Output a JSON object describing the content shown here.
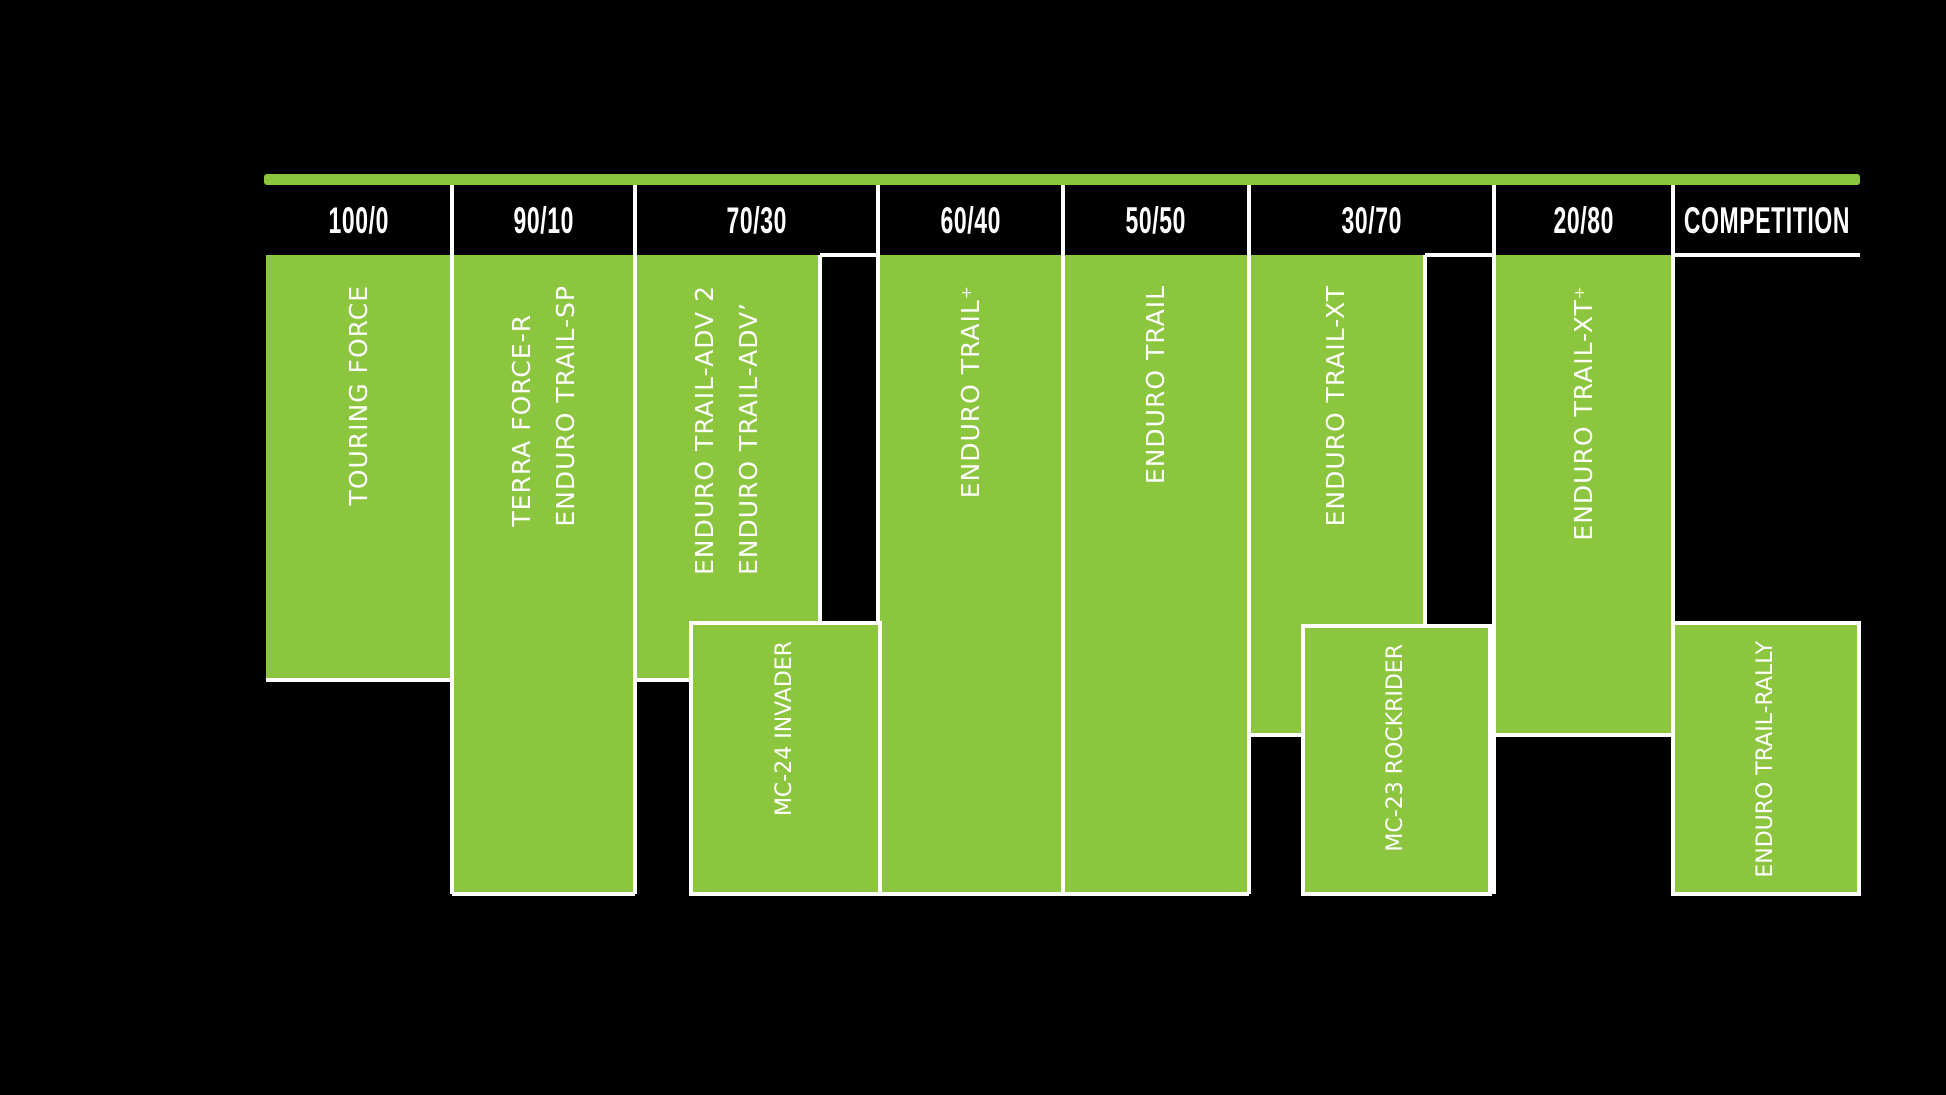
{
  "chart_data": {
    "type": "table",
    "header_row": "road/off-road ratio categories",
    "columns": [
      {
        "ratio": "100/0",
        "products": [
          {
            "name": "TOURING FORCE",
            "row": "upper"
          }
        ]
      },
      {
        "ratio": "90/10",
        "products": [
          {
            "name": "TERRA FORCE-R",
            "row": "upper"
          },
          {
            "name": "ENDURO TRAIL-SP",
            "row": "upper"
          }
        ]
      },
      {
        "ratio": "70/30",
        "products": [
          {
            "name": "ENDURO TRAIL-ADV 2",
            "row": "upper"
          },
          {
            "name": "ENDURO TRAIL-ADV’",
            "row": "upper"
          },
          {
            "name": "MC-24 INVADER",
            "row": "lower"
          }
        ]
      },
      {
        "ratio": "60/40",
        "products": [
          {
            "name": "ENDURO TRAIL⁺",
            "row": "full"
          }
        ]
      },
      {
        "ratio": "50/50",
        "products": [
          {
            "name": "ENDURO TRAIL",
            "row": "full"
          }
        ]
      },
      {
        "ratio": "30/70",
        "products": [
          {
            "name": "ENDURO TRAIL-XT",
            "row": "upper"
          },
          {
            "name": "MC-23 ROCKRIDER",
            "row": "lower"
          }
        ]
      },
      {
        "ratio": "20/80",
        "products": [
          {
            "name": "ENDURO TRAIL-XT⁺",
            "row": "upper"
          }
        ]
      },
      {
        "ratio": "COMPETITION",
        "products": [
          {
            "name": "ENDURO TRAIL-RALLY",
            "row": "lower"
          }
        ]
      }
    ],
    "colors": {
      "block_green": "#8CC63F",
      "background": "#000000",
      "line": "#FFFFFF",
      "text": "#FFFFFF"
    },
    "legend_position": "none",
    "grid": false
  }
}
